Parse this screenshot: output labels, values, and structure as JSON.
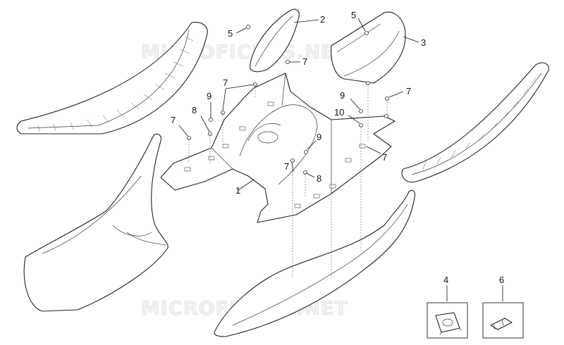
{
  "watermark": "MICROFICHES.NET",
  "callouts": [
    "1",
    "2",
    "3",
    "4",
    "5",
    "6",
    "7",
    "8",
    "9",
    "10"
  ],
  "callout_positions_note": ""
}
